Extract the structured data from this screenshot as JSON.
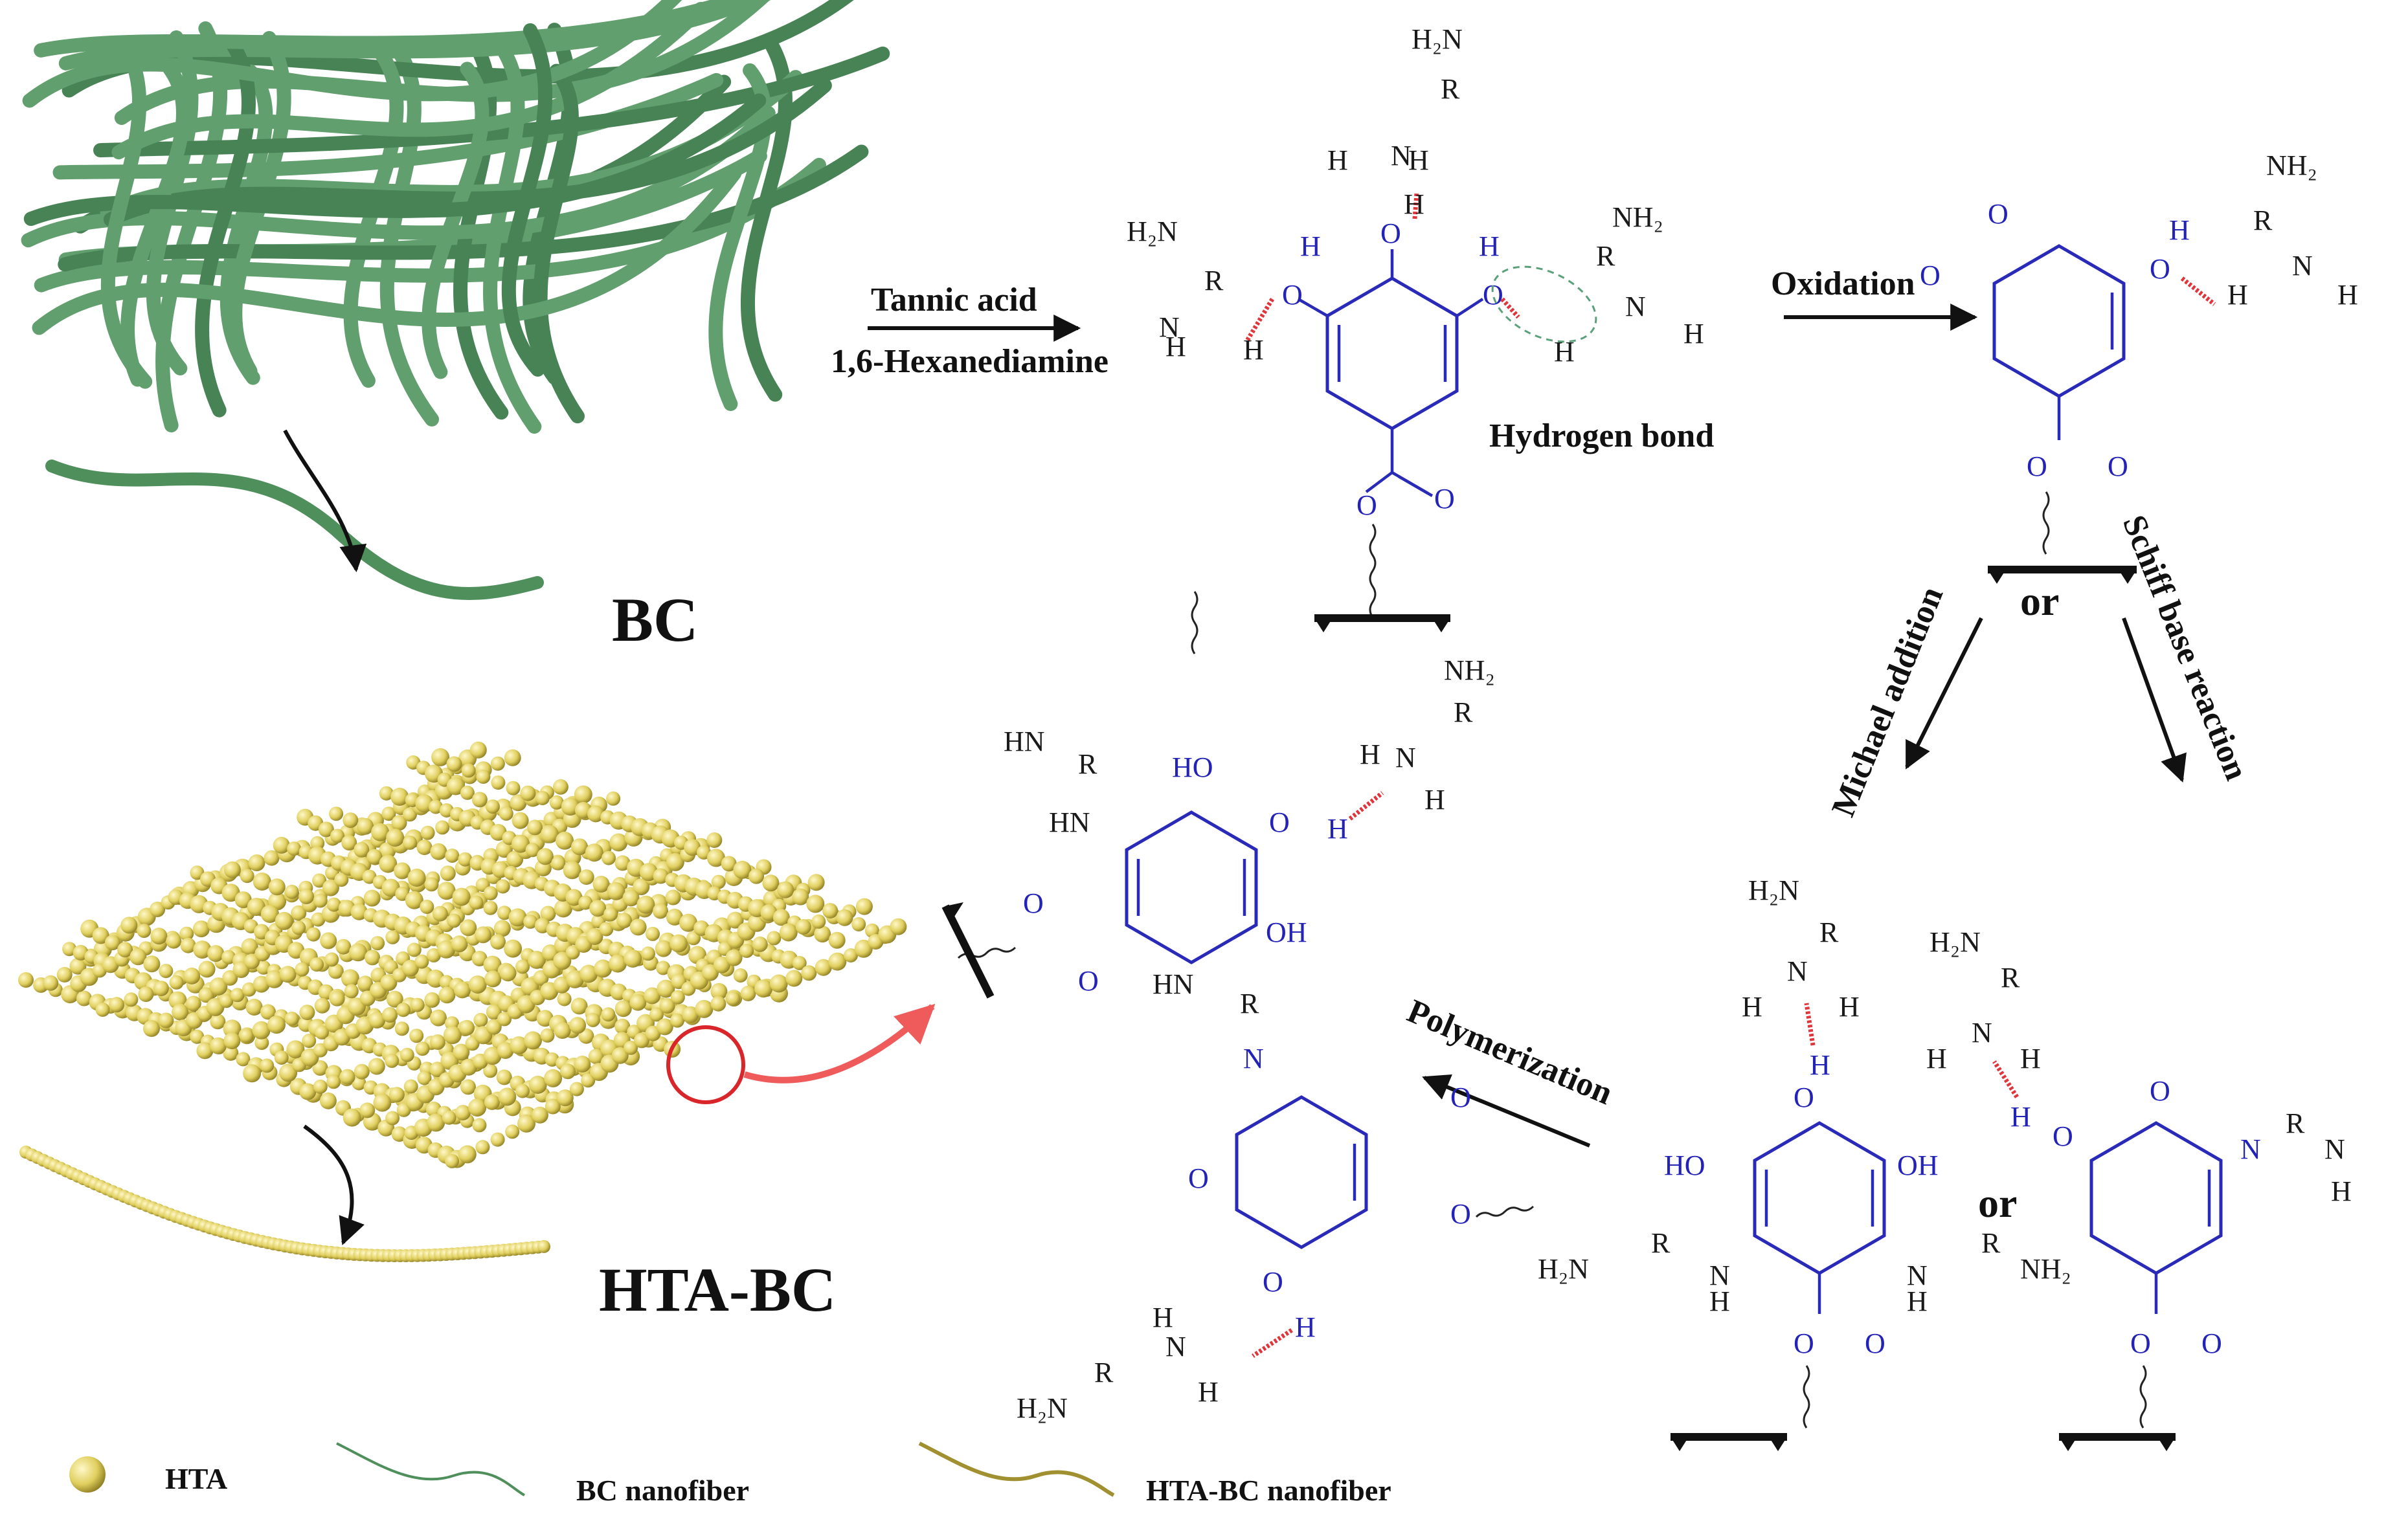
{
  "labels": {
    "bc": "BC",
    "hta_bc": "HTA-BC",
    "reagent1": "Tannic acid",
    "reagent2": "1,6-Hexanediamine",
    "hydrogen_bond": "Hydrogen bond",
    "oxidation": "Oxidation",
    "michael": "Michael addition",
    "schiff": "Schiff base reaction",
    "or_top": "or",
    "or_bottom": "or",
    "polymerization": "Polymerization"
  },
  "legend": {
    "hta": "HTA",
    "bc_nanofiber": "BC nanofiber",
    "hta_bc_nanofiber": "HTA-BC nanofiber"
  },
  "atoms": {
    "H2N": "H₂N",
    "NH2": "NH₂",
    "HN": "HN",
    "R": "R",
    "N": "N",
    "H": "H",
    "O": "O",
    "OH": "OH",
    "HO": "HO"
  },
  "colors": {
    "bc_fiber": "#4e8f5c",
    "hta_particle": "#d9c65a",
    "molecule_blue": "#2a2ab8",
    "hydrogen_bond_red": "#e0353b",
    "arrow_red": "#ef5a5a"
  }
}
